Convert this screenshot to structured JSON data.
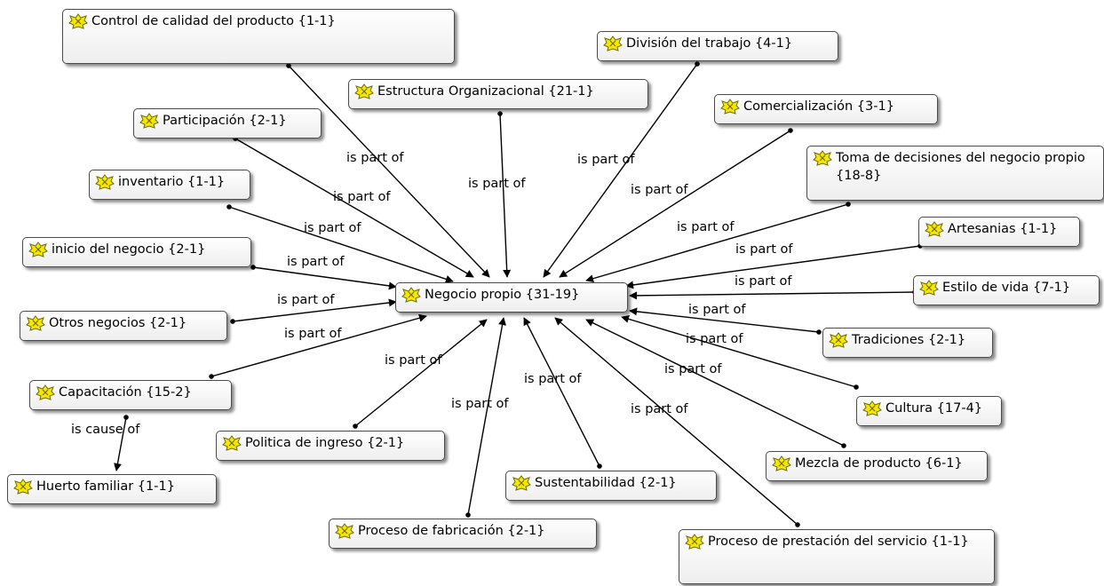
{
  "nodes": {
    "negocio": "Negocio propio {31-19}",
    "control": "Control de calidad del producto {1-1}",
    "division": "División del trabajo {4-1}",
    "estructura": "Estructura Organizacional {21-1}",
    "comercializacion": "Comercialización {3-1}",
    "participacion": "Participación {2-1}",
    "toma": "Toma de decisiones del negocio propio {18-8}",
    "inventario": "inventario {1-1}",
    "artesanias": "Artesanias {1-1}",
    "inicio": "inicio del negocio {2-1}",
    "estilo": "Estilo de vida {7-1}",
    "otros": "Otros negocios {2-1}",
    "tradiciones": "Tradiciones {2-1}",
    "capacitacion": "Capacitación {15-2}",
    "cultura": "Cultura {17-4}",
    "huerto": "Huerto familiar {1-1}",
    "politica": "Politica de ingreso {2-1}",
    "mezcla": "Mezcla de producto {6-1}",
    "sustentabilidad": "Sustentabilidad {2-1}",
    "fabricacion": "Proceso de fabricación {2-1}",
    "prestacion": "Proceso de prestación del servicio {1-1}"
  },
  "relations": {
    "is_part_of": "is part of",
    "is_cause_of": "is cause of"
  },
  "colors": {
    "icon_fill": "#f6e600",
    "icon_stroke": "#6b6b00",
    "edge": "#000000"
  }
}
